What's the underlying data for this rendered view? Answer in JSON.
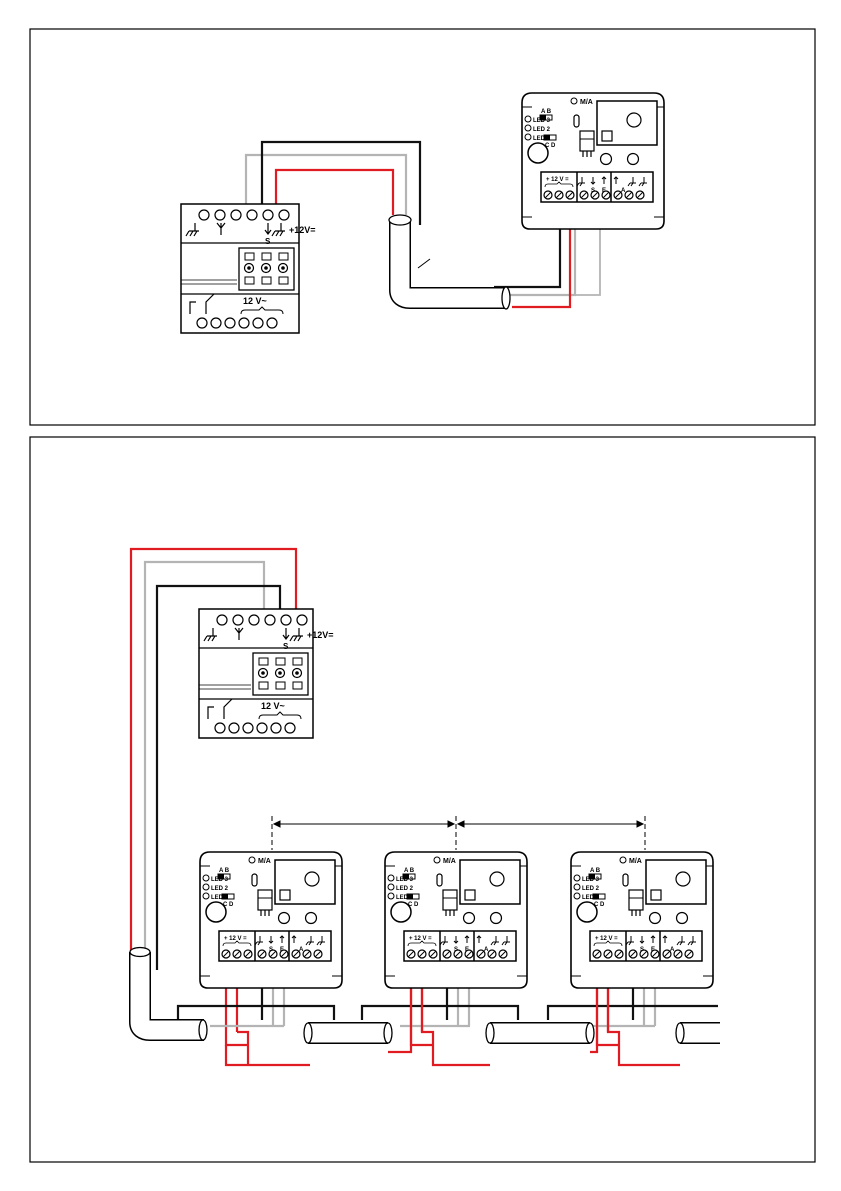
{
  "colors": {
    "supply_wire": "#e01b22",
    "signal_wire": "#b4b4b4",
    "ground_wire": "#111111",
    "outline": "#000000"
  },
  "power_unit": {
    "terminal_s": "S",
    "plus_12v_dc": "+12V=",
    "ac_input": "12 V~"
  },
  "sensor": {
    "ma": "M/A",
    "a_b": "A  B",
    "led3": "LED 3",
    "led2": "LED 2",
    "led1": "LED 1",
    "c_d": "C  D",
    "plus_12v": "+ 12 V =",
    "s": "S",
    "e": "E",
    "a": "A"
  },
  "diagrams": [
    {
      "id": "single-detector"
    },
    {
      "id": "multiple-detectors"
    }
  ]
}
